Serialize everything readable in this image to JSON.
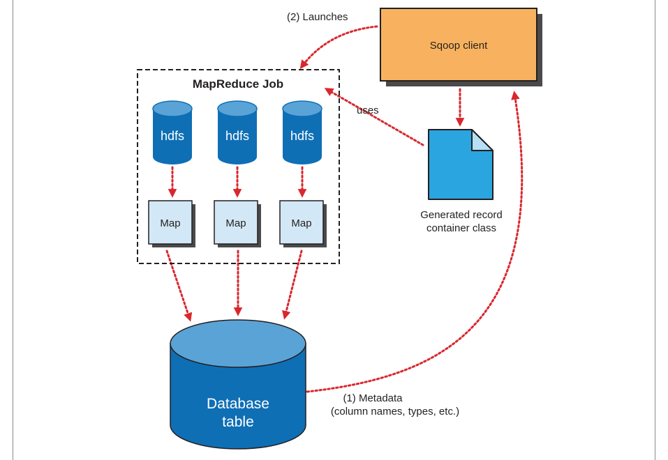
{
  "sqoop_client": {
    "label": "Sqoop client"
  },
  "mapreduce_job": {
    "title": "MapReduce Job"
  },
  "hdfs_nodes": [
    {
      "label": "hdfs"
    },
    {
      "label": "hdfs"
    },
    {
      "label": "hdfs"
    }
  ],
  "map_boxes": [
    {
      "label": "Map"
    },
    {
      "label": "Map"
    },
    {
      "label": "Map"
    }
  ],
  "database": {
    "line1": "Database",
    "line2": "table"
  },
  "generated_file": {
    "line1": "Generated record",
    "line2": "container class"
  },
  "edges": {
    "launches": "(2) Launches",
    "uses": "uses",
    "metadata_line1": "(1) Metadata",
    "metadata_line2": "(column names, types, etc.)"
  },
  "colors": {
    "arrow": "#d9272e",
    "cylinder_body": "#0f6fb5",
    "cylinder_top": "#5aa3d7",
    "map_fill": "#d3e8f6",
    "client_fill": "#f8b25f",
    "file_fill": "#2aa5e0"
  }
}
